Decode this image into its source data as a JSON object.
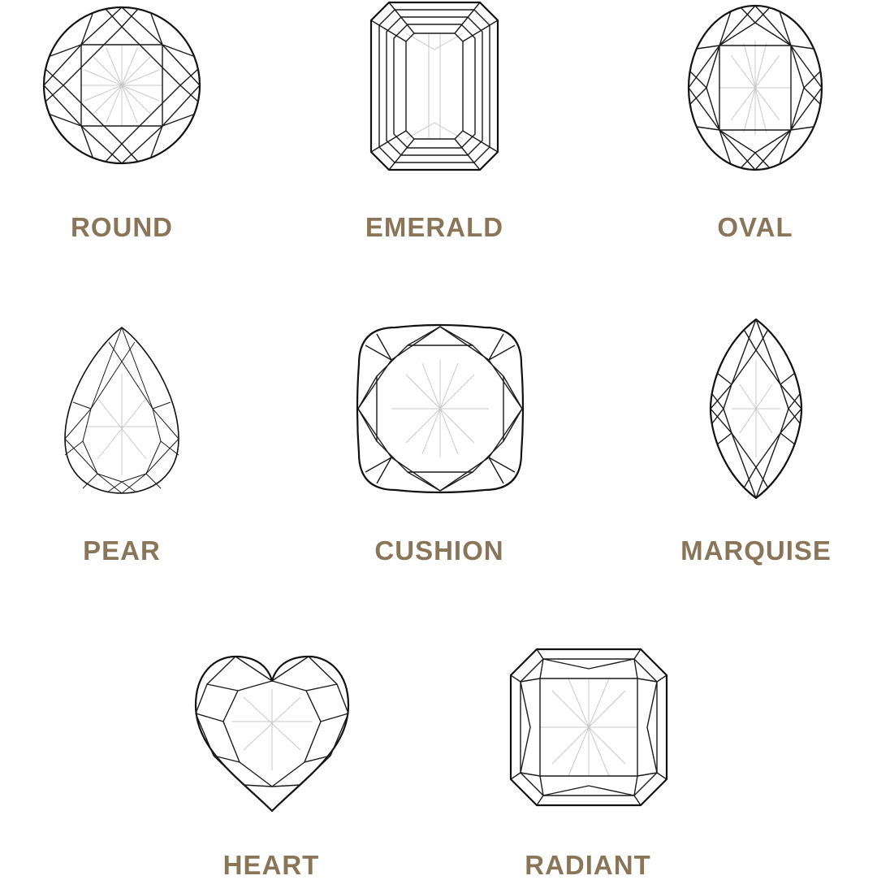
{
  "label_color": "#8a7559",
  "shapes": [
    {
      "id": "round",
      "label": "ROUND"
    },
    {
      "id": "emerald",
      "label": "EMERALD"
    },
    {
      "id": "oval",
      "label": "OVAL"
    },
    {
      "id": "pear",
      "label": "PEAR"
    },
    {
      "id": "cushion",
      "label": "CUSHION"
    },
    {
      "id": "marquise",
      "label": "MARQUISE"
    },
    {
      "id": "heart",
      "label": "HEART"
    },
    {
      "id": "radiant",
      "label": "RADIANT"
    }
  ]
}
